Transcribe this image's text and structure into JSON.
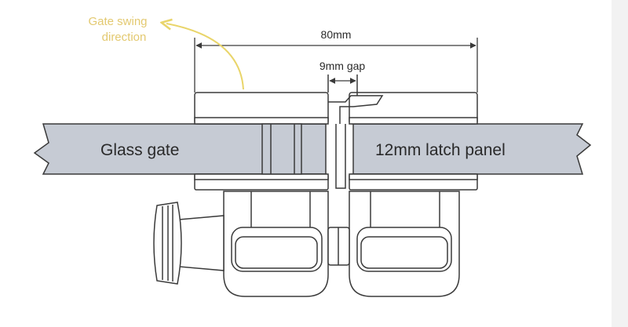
{
  "labels": {
    "swing_line1": "Gate swing",
    "swing_line2": "direction",
    "overall_width": "80mm",
    "gap": "9mm gap",
    "glass_gate": "Glass gate",
    "latch_panel": "12mm latch panel"
  },
  "colors": {
    "glass": "#c6cbd4",
    "line": "#3a3a3a",
    "swing_arrow": "#e9d56a",
    "swing_text": "#e3c970"
  }
}
